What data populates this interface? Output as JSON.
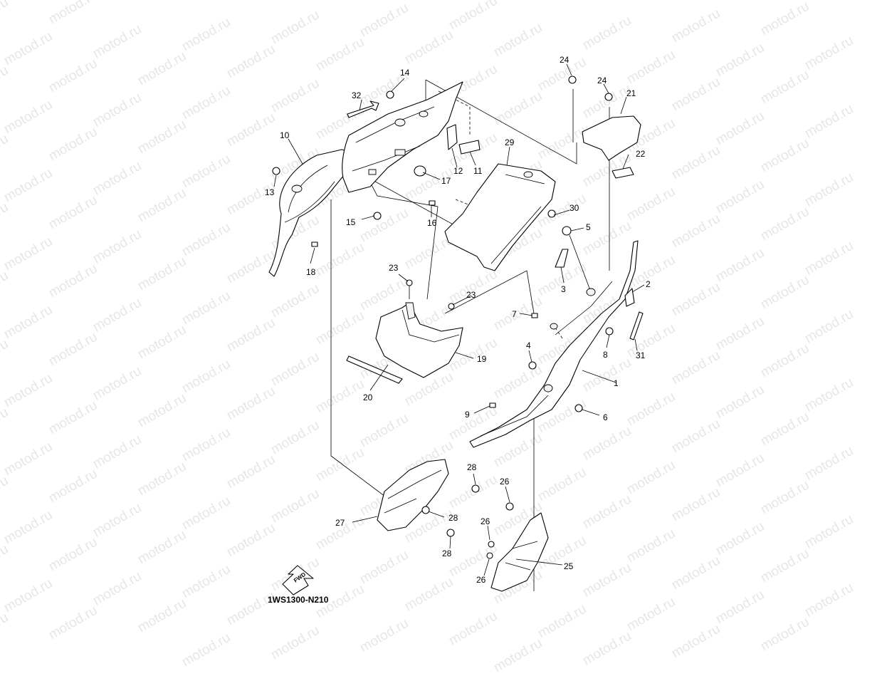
{
  "diagram": {
    "watermark_text": "motod.ru",
    "drawing_code": "1WS1300-N210",
    "direction_marker": "FWD",
    "callouts": [
      "1",
      "2",
      "3",
      "4",
      "5",
      "6",
      "7",
      "8",
      "9",
      "10",
      "11",
      "12",
      "13",
      "14",
      "15",
      "16",
      "17",
      "18",
      "19",
      "20",
      "21",
      "22",
      "23",
      "24",
      "25",
      "26",
      "27",
      "28",
      "29",
      "30",
      "31",
      "32"
    ],
    "labels": {
      "p1": "1",
      "p2": "2",
      "p3": "3",
      "p4": "4",
      "p5": "5",
      "p6": "6",
      "p7": "7",
      "p8": "8",
      "p9": "9",
      "p10": "10",
      "p11": "11",
      "p12": "12",
      "p13": "13",
      "p14": "14",
      "p15": "15",
      "p16": "16",
      "p17": "17",
      "p18": "18",
      "p19": "19",
      "p20": "20",
      "p21": "21",
      "p22": "22",
      "p23a": "23",
      "p23b": "23",
      "p24a": "24",
      "p24b": "24",
      "p25": "25",
      "p26a": "26",
      "p26b": "26",
      "p26c": "26",
      "p27": "27",
      "p28a": "28",
      "p28b": "28",
      "p28c": "28",
      "p29": "29",
      "p30": "30",
      "p31": "31",
      "p32": "32"
    }
  }
}
